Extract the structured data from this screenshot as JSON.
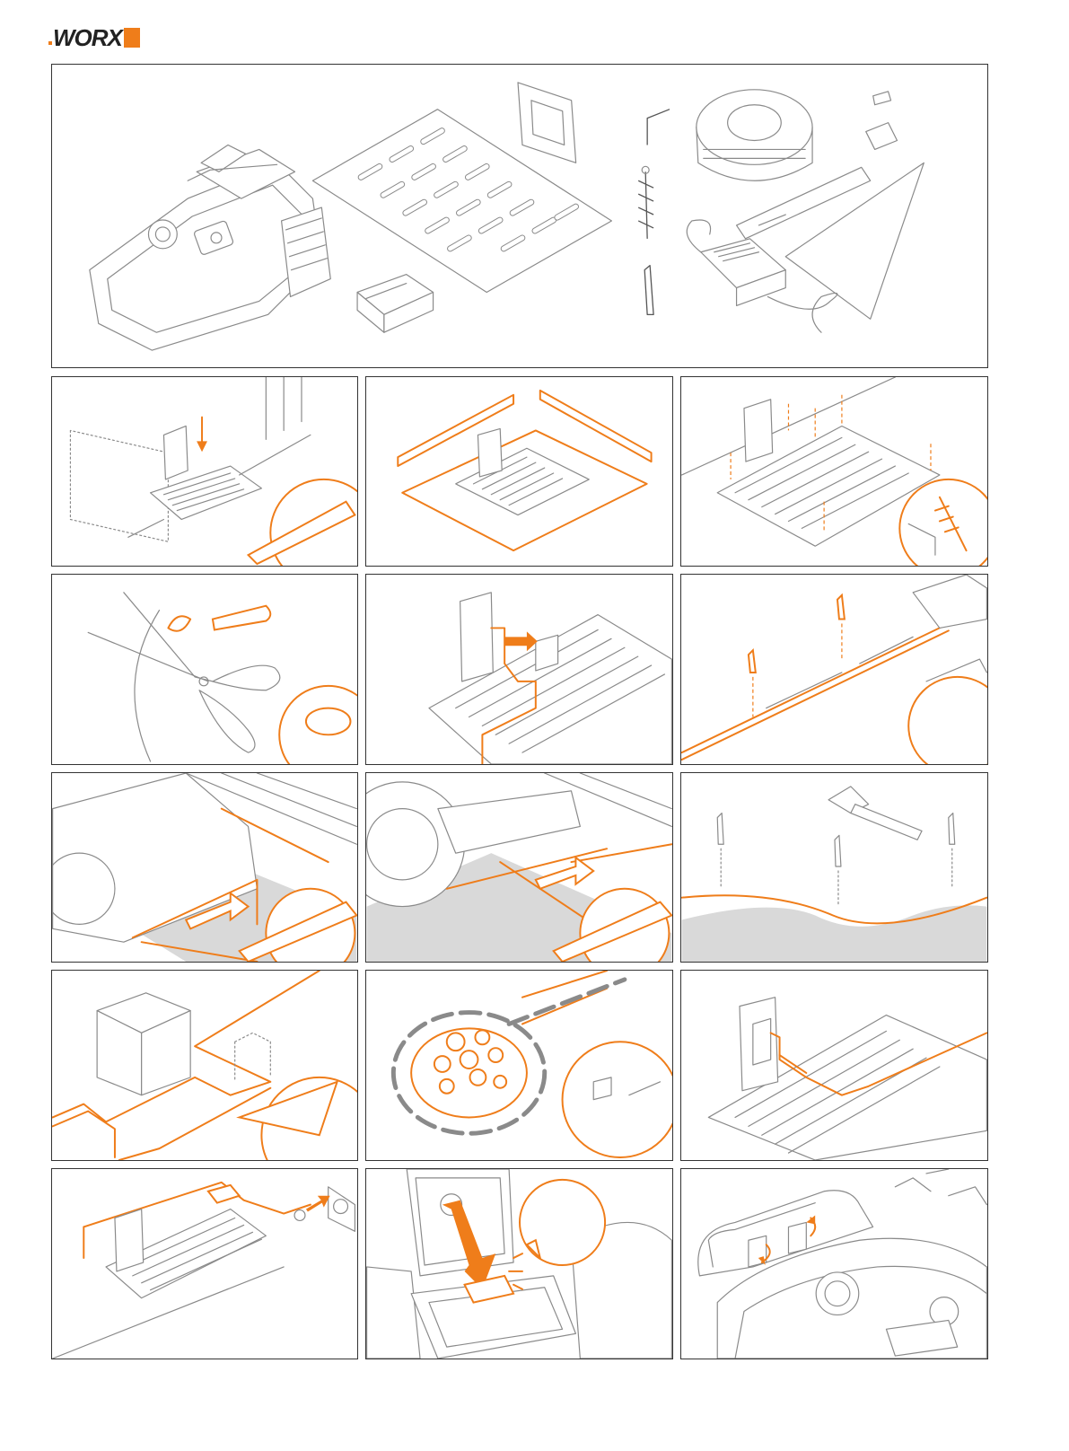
{
  "brand": {
    "logo_text": "WORX",
    "accent_color": "#ef7d1a",
    "line_color": "#8a8a8a",
    "border_color": "#333333"
  },
  "panels": [
    {
      "id": "components-overview",
      "icon": "mower-kit-parts-illustration"
    },
    {
      "id": "step-1",
      "icon": "charging-station-placement-illustration"
    },
    {
      "id": "step-2",
      "icon": "level-ground-illustration"
    },
    {
      "id": "step-3",
      "icon": "screw-pegs-base-illustration"
    },
    {
      "id": "step-4",
      "icon": "cut-wire-illustration"
    },
    {
      "id": "step-5",
      "icon": "connect-wire-station-illustration"
    },
    {
      "id": "step-6",
      "icon": "peg-wire-illustration"
    },
    {
      "id": "step-7",
      "icon": "wire-distance-wall-illustration"
    },
    {
      "id": "step-8",
      "icon": "wire-distance-path-illustration"
    },
    {
      "id": "step-9",
      "icon": "hammer-pegs-illustration"
    },
    {
      "id": "step-10",
      "icon": "obstacle-corners-illustration"
    },
    {
      "id": "step-11",
      "icon": "island-flowerbed-illustration"
    },
    {
      "id": "step-12",
      "icon": "wire-closed-loop-illustration"
    },
    {
      "id": "step-13",
      "icon": "power-supply-illustration"
    },
    {
      "id": "step-14",
      "icon": "insert-battery-illustration"
    },
    {
      "id": "step-15",
      "icon": "dock-mower-illustration"
    }
  ]
}
